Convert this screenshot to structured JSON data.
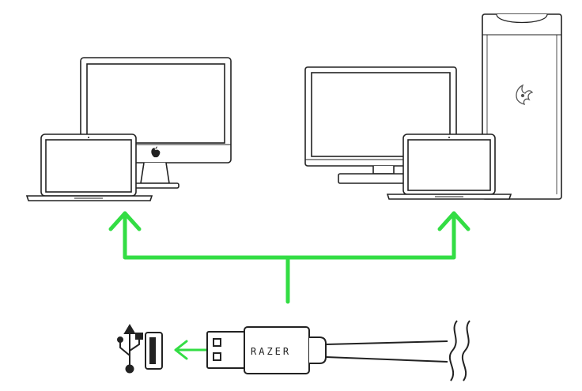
{
  "devices": {
    "left_group": [
      "desktop-all-in-one",
      "laptop"
    ],
    "right_group": [
      "monitor",
      "tower-pc",
      "laptop"
    ]
  },
  "icons": {
    "apple_logo": "apple-logo-icon",
    "razer_logo": "razer-logo-icon",
    "usb_symbol": "usb-symbol-icon",
    "usb_port": "usb-port-icon"
  },
  "connector": {
    "brand_label": "RAZER"
  },
  "colors": {
    "connection": "#33dd44",
    "line": "#222222",
    "background": "#ffffff",
    "screen": "#ffffff"
  }
}
